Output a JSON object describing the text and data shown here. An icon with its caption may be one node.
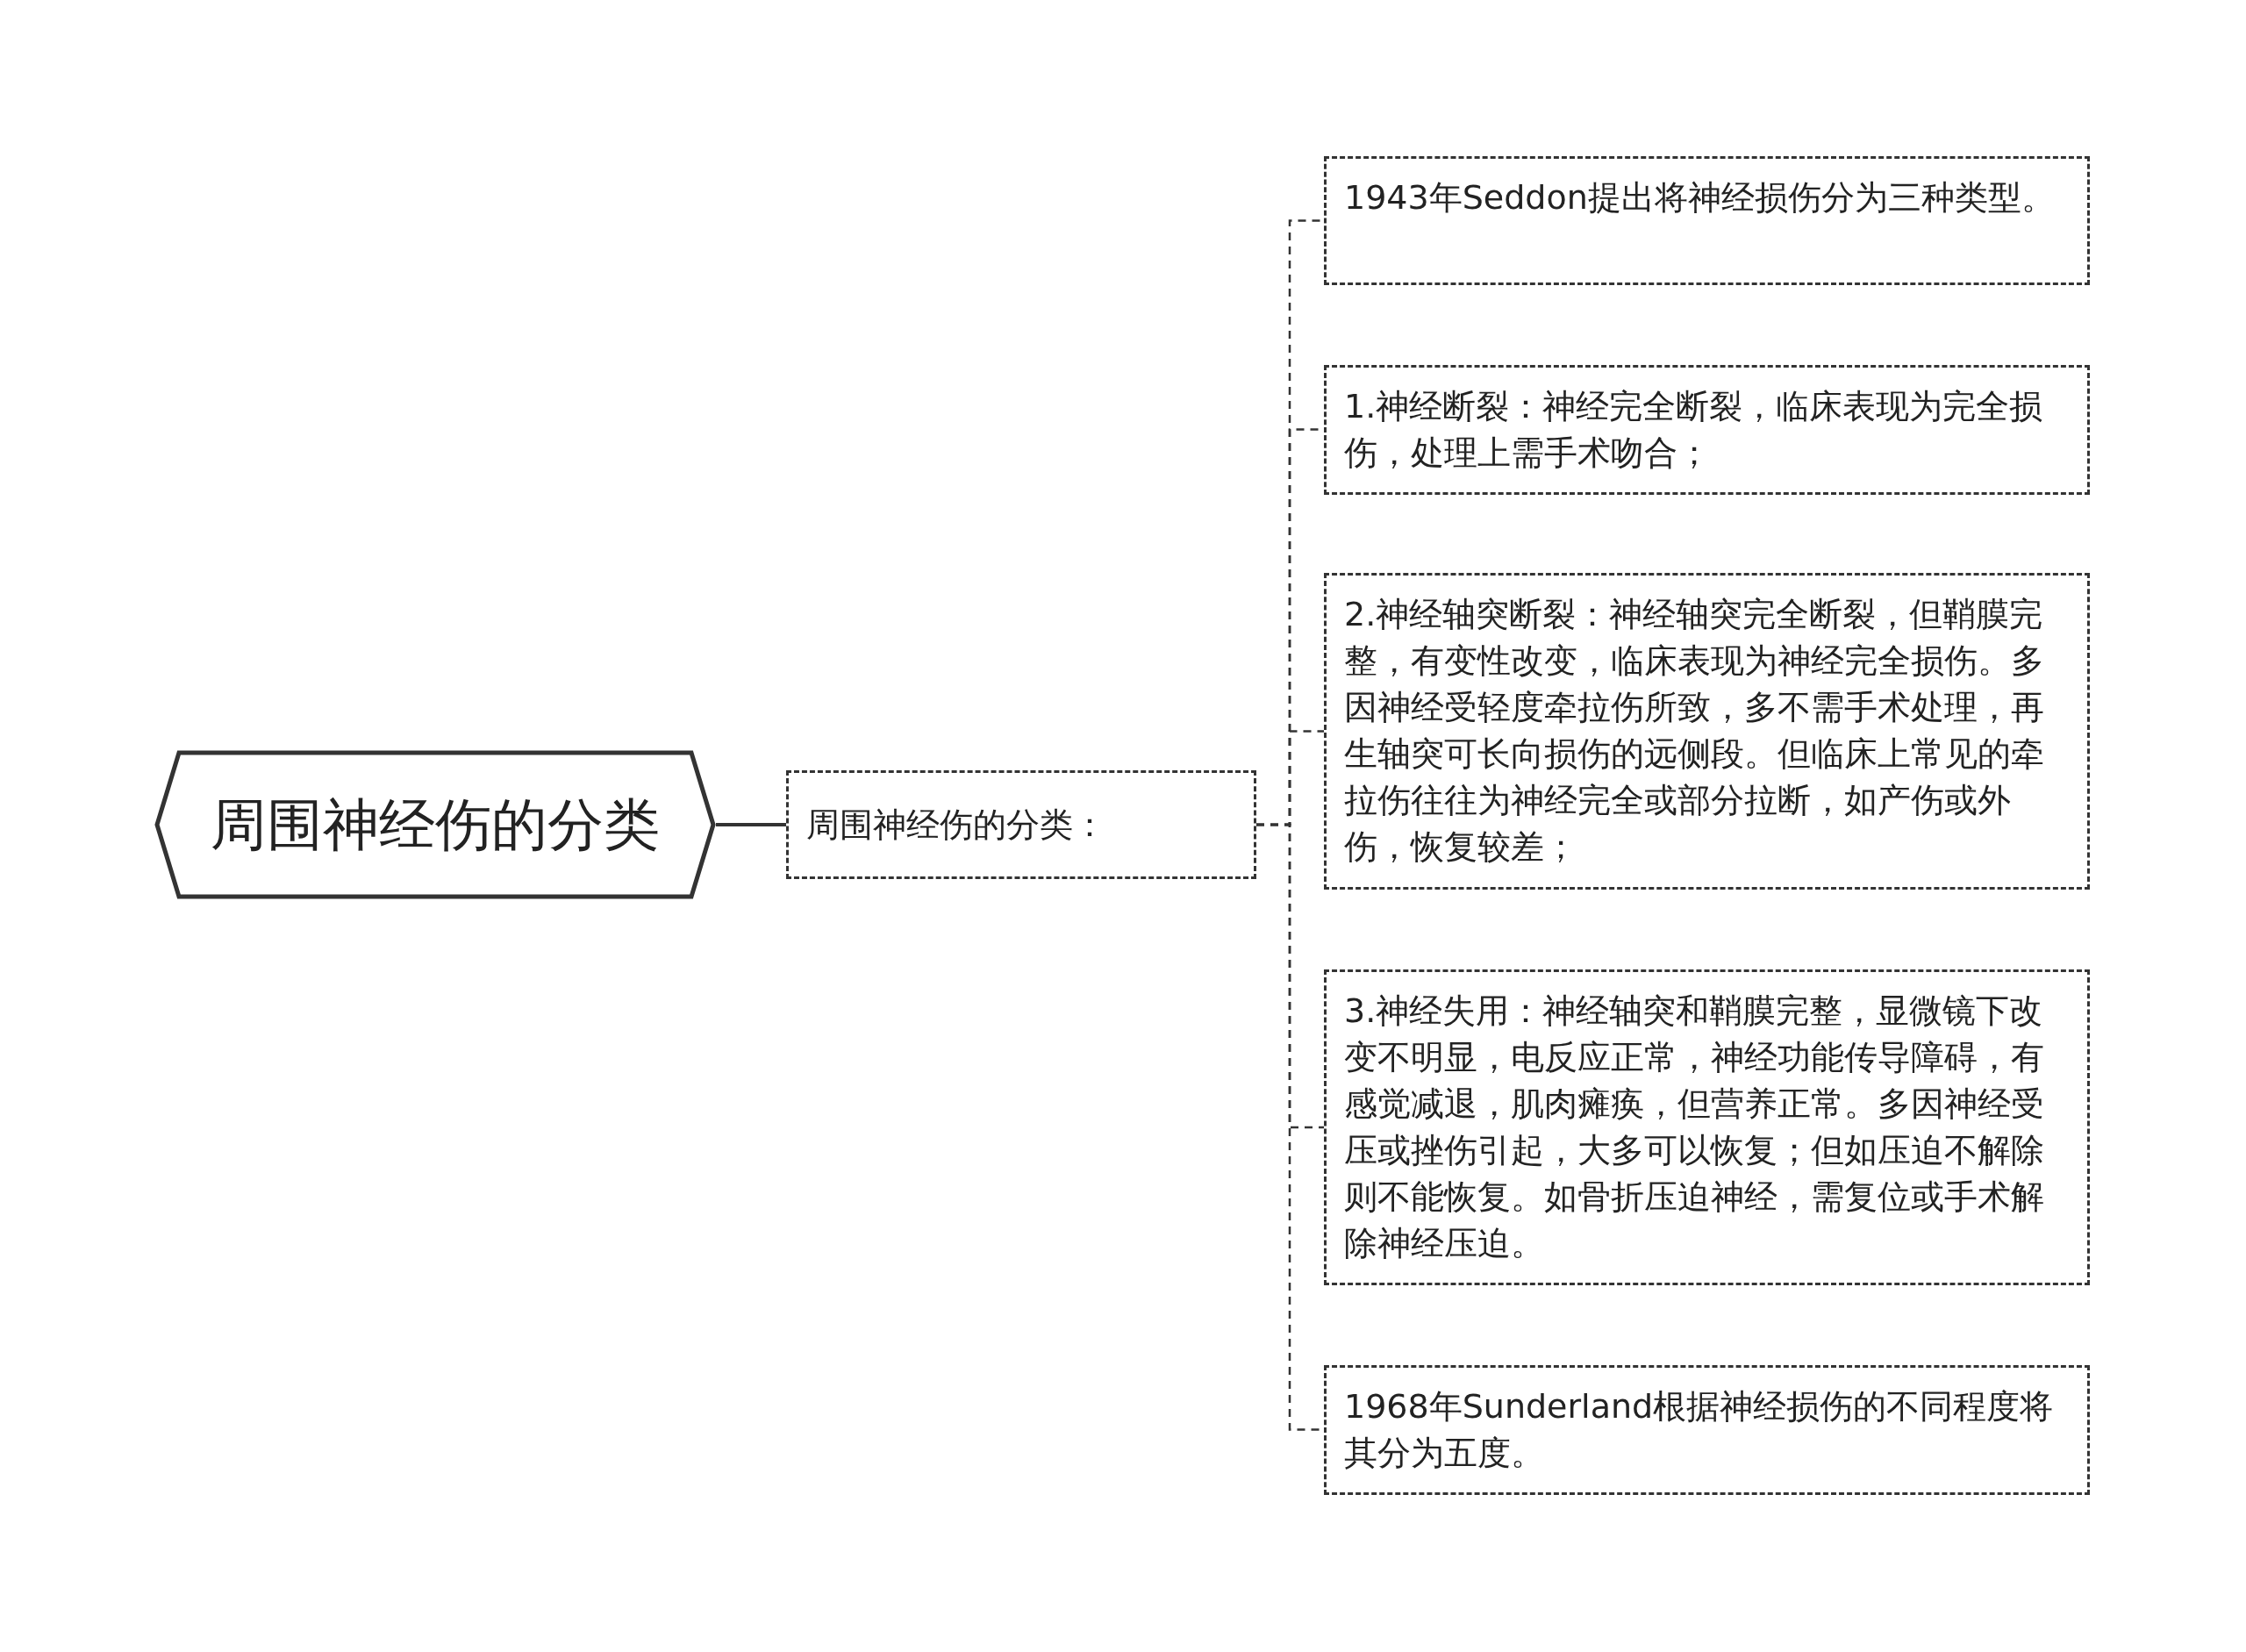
{
  "diagram": {
    "nodes": [
      {
        "text": [
          "周围神经伤的分类"
        ]
      },
      {
        "text": [
          "周围神经伤的分类："
        ]
      },
      {
        "text": [
          "1943年Seddon提出将神经损伤分为三种类型。"
        ]
      },
      {
        "text": [
          "1.神经断裂：神经完全断裂，临床表现为完全损伤，处理上需手术吻合；"
        ]
      },
      {
        "text": [
          "2.神经轴突断裂：神经轴突完全断裂，但鞘膜完整，有变性改变，临床表现为神经完全损伤。多因神经受轻度牵拉伤所致，多不需手术处理，再生轴突可长向损伤的远侧段。但临床上常见的牵拉伤往往为神经完全或部分拉断，如产伤或外伤，恢复较差；"
        ]
      },
      {
        "text": [
          "3.神经失用：神经轴突和鞘膜完整，显微镜下改变不明显，电反应正常，神经功能传导障碍，有感觉减退，肌肉瘫痪，但营养正常。多因神经受压或挫伤引起，大多可以恢复；但如压迫不解除则不能恢复。如骨折压迫神经，需复位或手术解除神经压迫。"
        ]
      },
      {
        "text": [
          "1968年Sunderland根据神经损伤的不同程度将其分为五度。"
        ]
      }
    ],
    "edges": [
      {
        "from": 0,
        "to": 1,
        "arrow": "none"
      },
      {
        "from": 1,
        "to": 2,
        "arrow": "none",
        "style": "dashed"
      },
      {
        "from": 1,
        "to": 3,
        "arrow": "none",
        "style": "dashed"
      },
      {
        "from": 1,
        "to": 4,
        "arrow": "none",
        "style": "dashed"
      },
      {
        "from": 1,
        "to": 5,
        "arrow": "none",
        "style": "dashed"
      },
      {
        "from": 1,
        "to": 6,
        "arrow": "none",
        "style": "dashed"
      }
    ]
  }
}
